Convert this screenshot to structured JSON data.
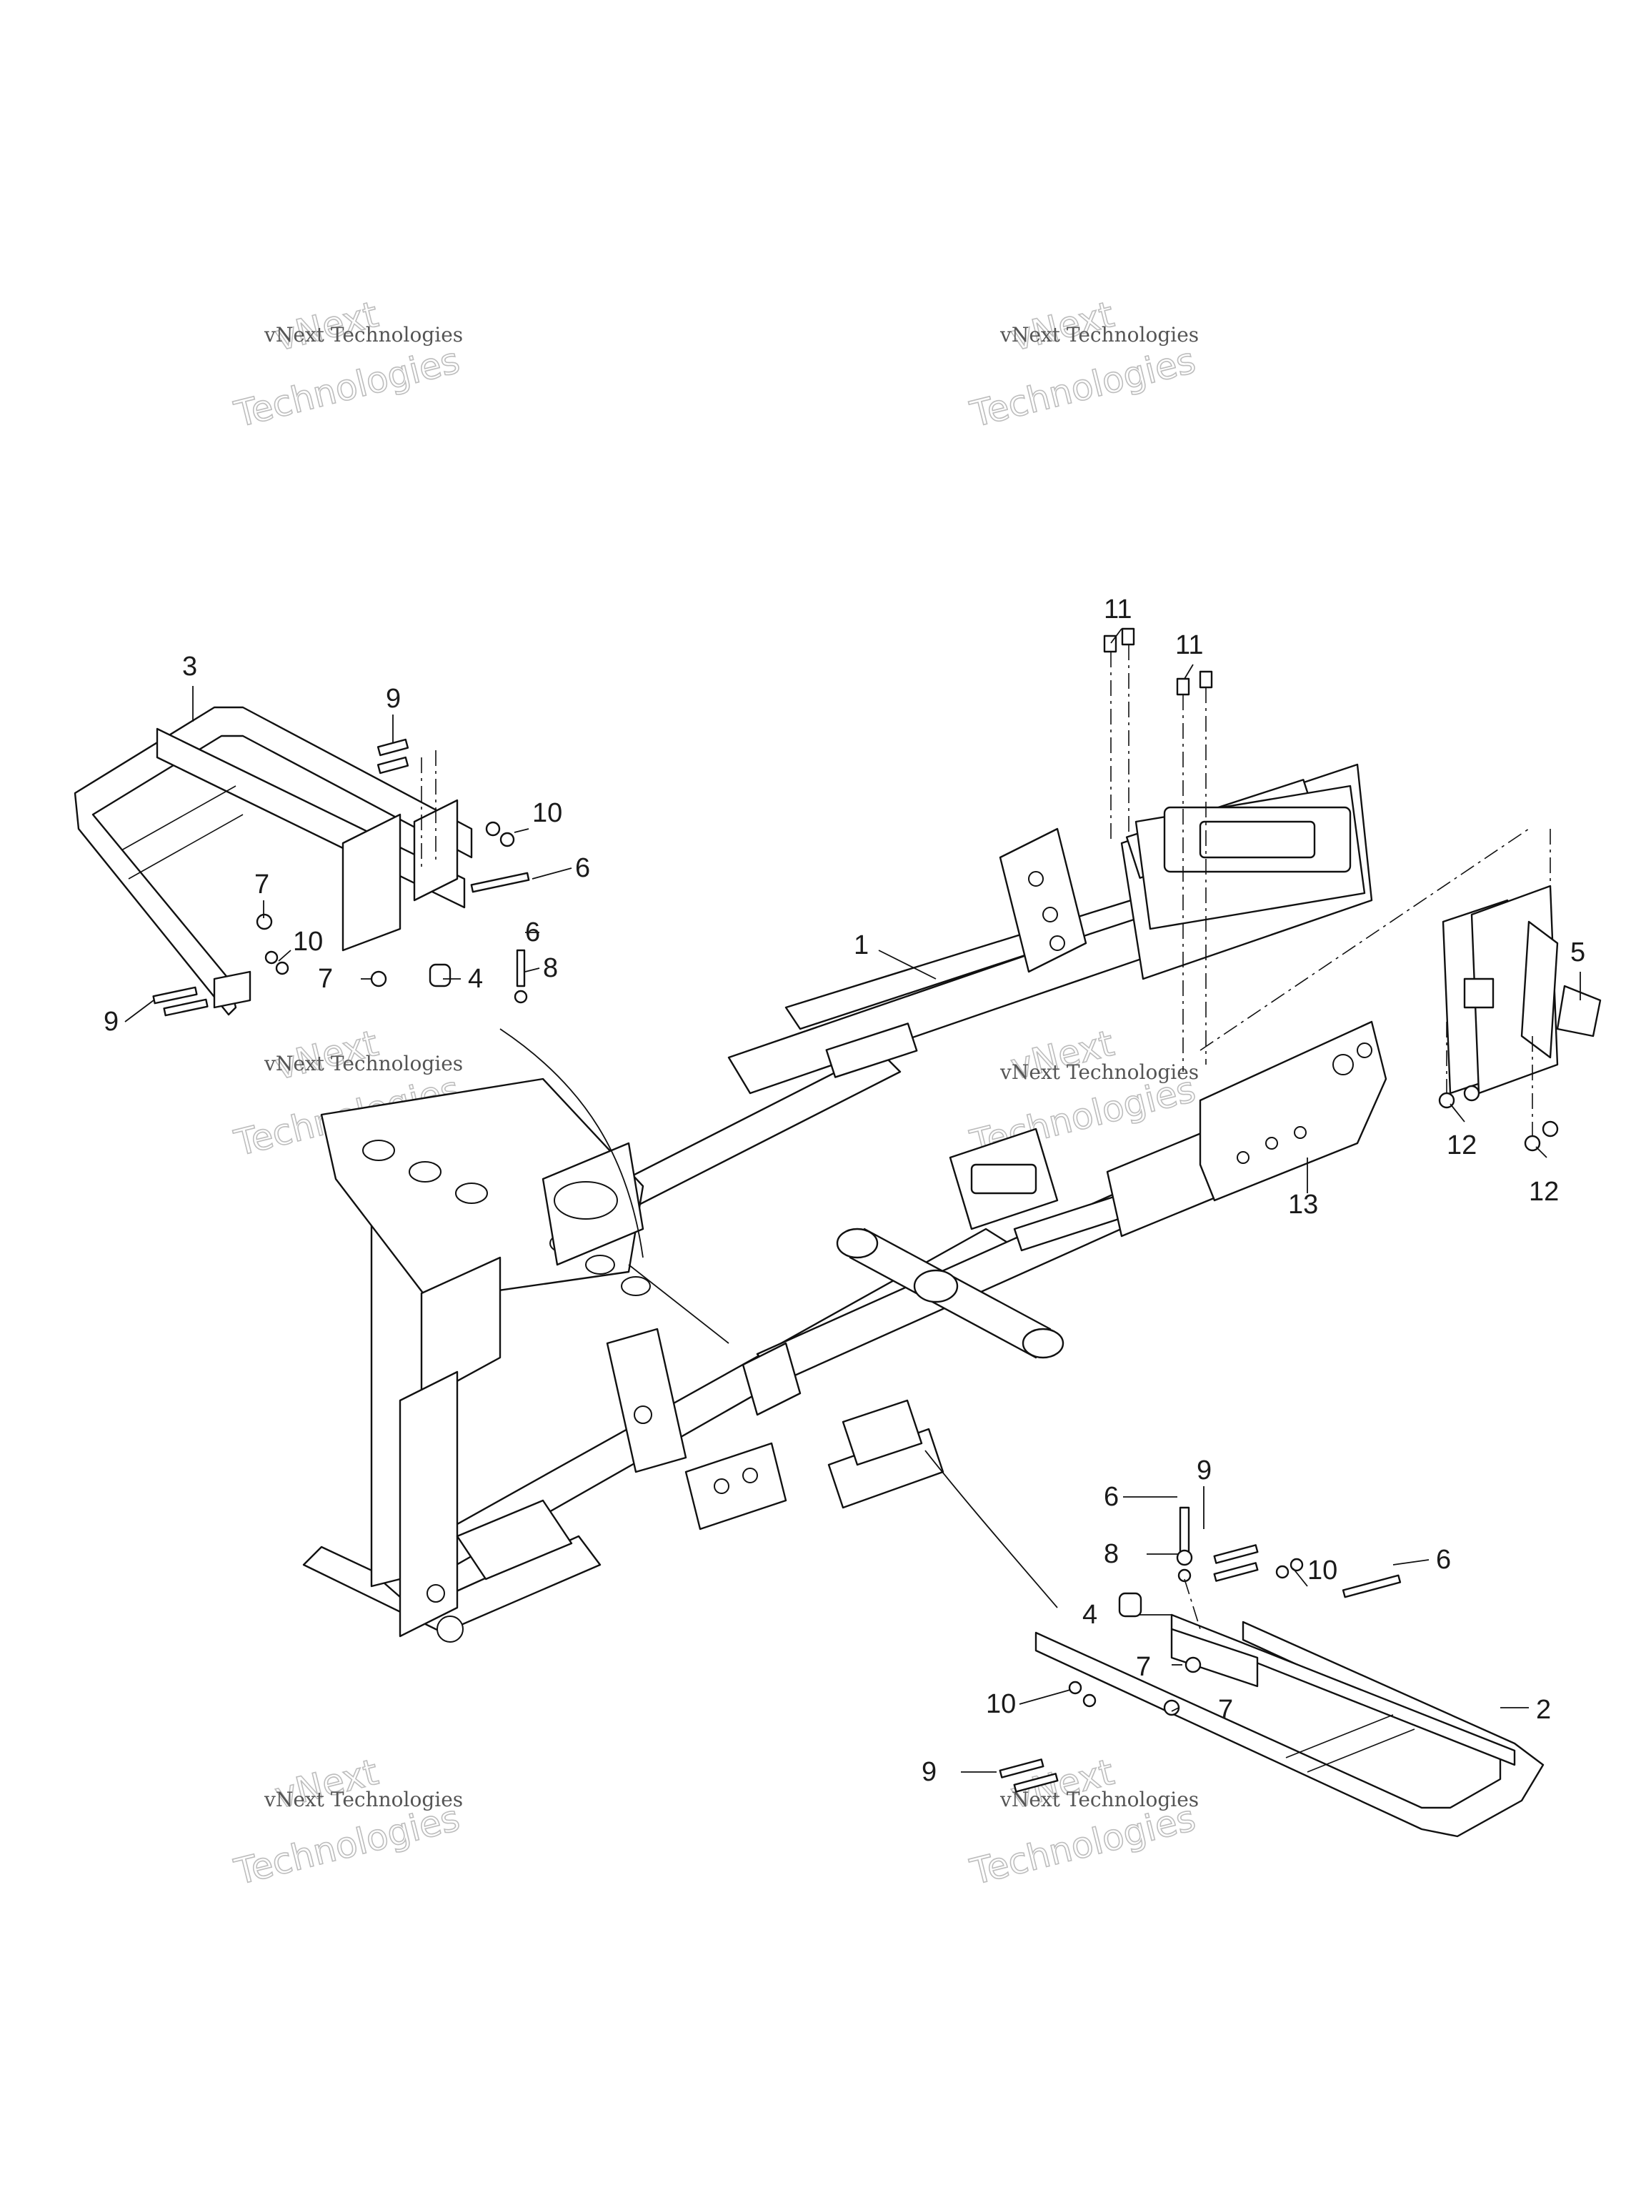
{
  "watermark": {
    "small_text": "vNext Technologies",
    "big_text_line1": "vNext",
    "big_text_line2": "Technologies"
  },
  "callouts": {
    "c1": "1",
    "c2": "2",
    "c3": "3",
    "c4a": "4",
    "c4b": "4",
    "c5": "5",
    "c6a": "6",
    "c6b": "6",
    "c6c": "6",
    "c6d": "6",
    "c7a": "7",
    "c7b": "7",
    "c7c": "7",
    "c7d": "7",
    "c8a": "8",
    "c8b": "8",
    "c9a": "9",
    "c9b": "9",
    "c9c": "9",
    "c9d": "9",
    "c10a": "10",
    "c10b": "10",
    "c10c": "10",
    "c10d": "10",
    "c11a": "11",
    "c11b": "11",
    "c12a": "12",
    "c12b": "12",
    "c13": "13"
  },
  "colors": {
    "ink": "#111111",
    "background": "#ffffff",
    "watermark_outline": "#bdbdbd"
  }
}
